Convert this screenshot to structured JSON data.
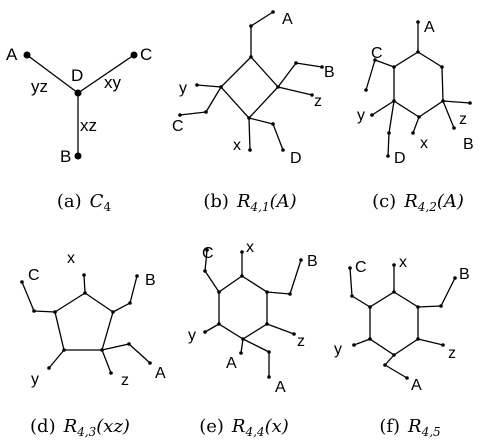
{
  "panels": {
    "a": {
      "caption_prefix": "(a)",
      "caption_math": "C",
      "caption_sub": "4",
      "labels": {
        "A": "A",
        "C": "C",
        "D": "D",
        "B": "B",
        "yz": "yz",
        "xy": "xy",
        "xz": "xz"
      }
    },
    "b": {
      "caption_prefix": "(b)",
      "caption_math": "R",
      "caption_sub": "4,1",
      "caption_arg": "(A)",
      "labels": {
        "A": "A",
        "B": "B",
        "z": "z",
        "D": "D",
        "x": "x",
        "C": "C",
        "y": "y"
      }
    },
    "c": {
      "caption_prefix": "(c)",
      "caption_math": "R",
      "caption_sub": "4,2",
      "caption_arg": "(A)",
      "labels": {
        "A": "A",
        "C": "C",
        "y": "y",
        "z": "z",
        "B": "B",
        "x": "x",
        "D": "D"
      }
    },
    "d": {
      "caption_prefix": "(d)",
      "caption_math": "R",
      "caption_sub": "4,3",
      "caption_arg": "(xz)",
      "labels": {
        "C": "C",
        "x": "x",
        "B": "B",
        "y": "y",
        "z": "z",
        "A": "A"
      }
    },
    "e": {
      "caption_prefix": "(e)",
      "caption_math": "R",
      "caption_sub": "4,4",
      "caption_arg": "(x)",
      "labels": {
        "C": "C",
        "x": "x",
        "B": "B",
        "y": "y",
        "z": "z",
        "A1": "A",
        "A2": "A"
      }
    },
    "f": {
      "caption_prefix": "(f)",
      "caption_math": "R",
      "caption_sub": "4,5",
      "labels": {
        "C": "C",
        "x": "x",
        "B": "B",
        "y": "y",
        "z": "z",
        "A": "A"
      }
    }
  }
}
